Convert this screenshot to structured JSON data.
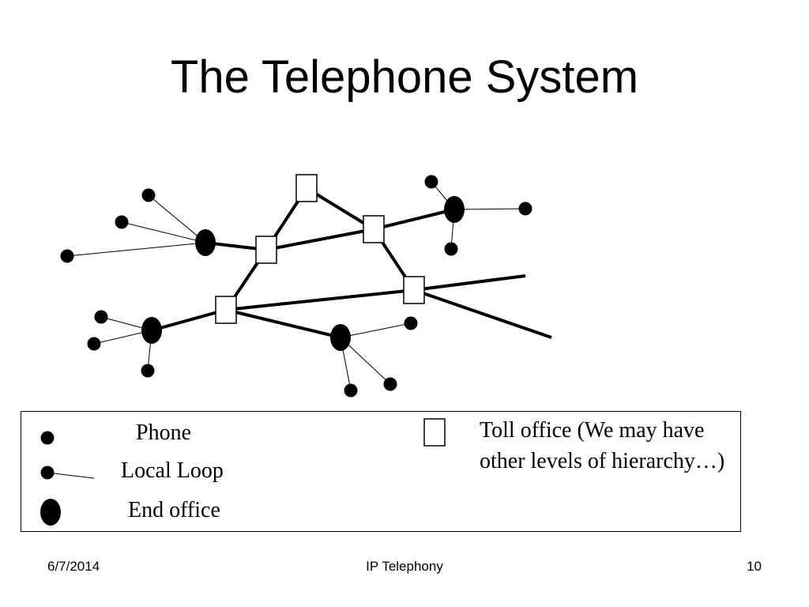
{
  "slide": {
    "title": "The Telephone System"
  },
  "legend": {
    "phone_label": "Phone",
    "local_loop_label": "Local Loop",
    "end_office_label": "End office",
    "toll_office_label_line1": "Toll office (We may have",
    "toll_office_label_line2": "other levels of hierarchy…)"
  },
  "footer": {
    "date": "6/7/2014",
    "center": "IP Telephony",
    "page_number": "10"
  }
}
